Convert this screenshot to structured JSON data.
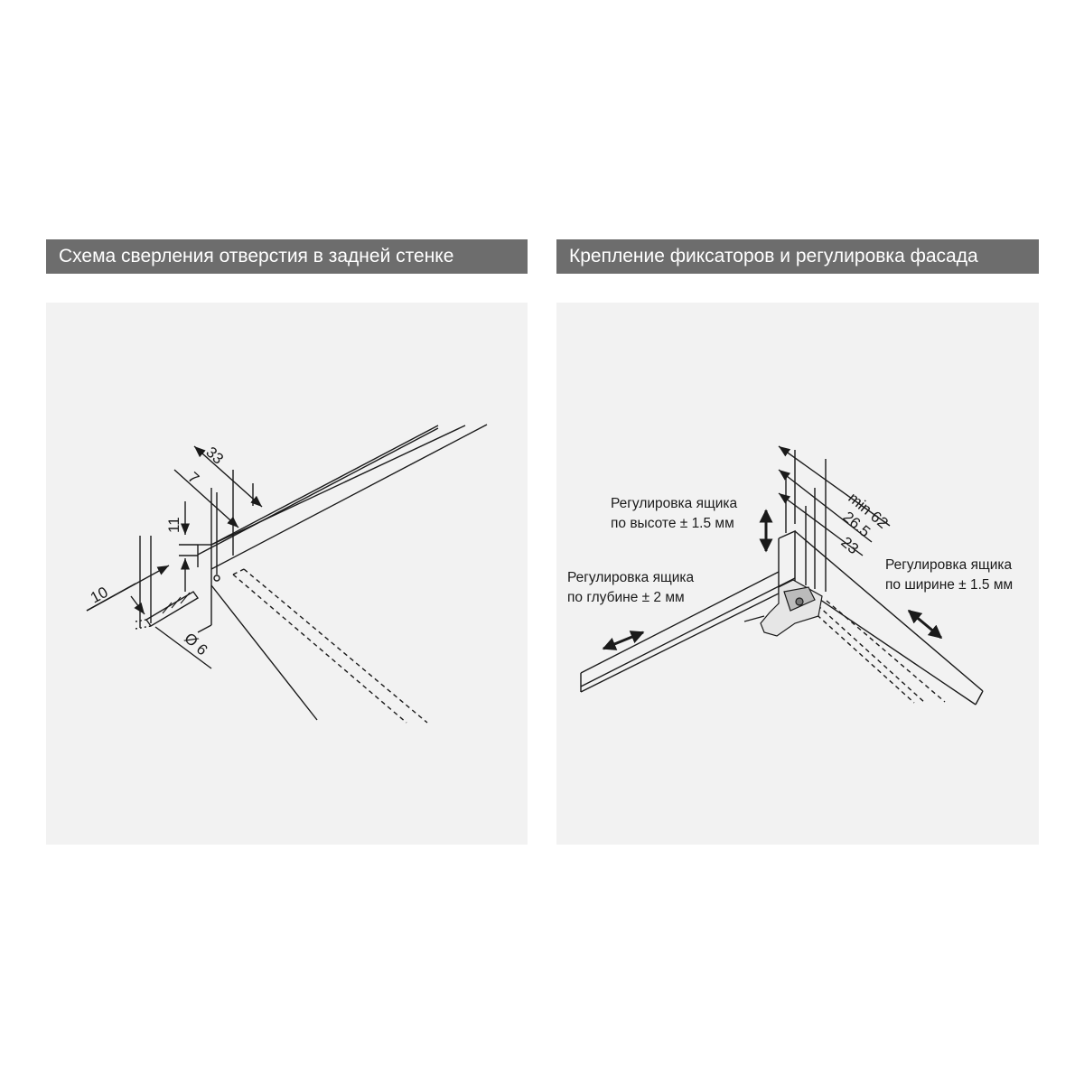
{
  "left_panel": {
    "title": "Схема сверления отверстия в задней стенке",
    "dimensions": {
      "d33": "33",
      "d7": "7",
      "d11": "11",
      "d10": "10",
      "diameter": "Ø 6"
    }
  },
  "right_panel": {
    "title": "Крепление фиксаторов и регулировка фасада",
    "dimensions": {
      "min62": "min 62",
      "d26_5": "26.5",
      "d23": "23"
    },
    "notes": {
      "height": {
        "line1": "Регулировка ящика",
        "line2": "по высоте  ± 1.5 мм"
      },
      "depth": {
        "line1": "Регулировка ящика",
        "line2": "по глубине  ± 2 мм"
      },
      "width": {
        "line1": "Регулировка ящика",
        "line2": "по ширине  ± 1.5 мм"
      }
    }
  }
}
